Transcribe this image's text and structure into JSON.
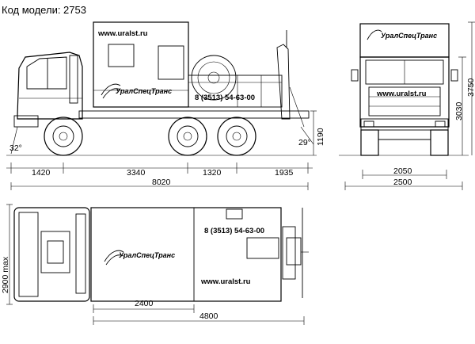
{
  "model_caption": "Код модели: 2753",
  "brand": {
    "website": "www.uralst.ru",
    "phone": "8 (3513) 54-63-00",
    "logo_text": "УралСпецТранс"
  },
  "side_view": {
    "angle_front": "32°",
    "angle_rear": "29°",
    "dim_front_overhang": "1420",
    "dim_wheelbase": "3340",
    "dim_tandem": "1320",
    "dim_rear_overhang": "1935",
    "dim_total_length": "8020",
    "dim_platform_height": "1190"
  },
  "front_view": {
    "dim_track": "2050",
    "dim_width": "2500",
    "dim_cab_height": "3030",
    "dim_total_height": "3750"
  },
  "top_view": {
    "dim_width_max": "2900 max",
    "dim_body_length": "4800",
    "dim_inner": "2400"
  }
}
